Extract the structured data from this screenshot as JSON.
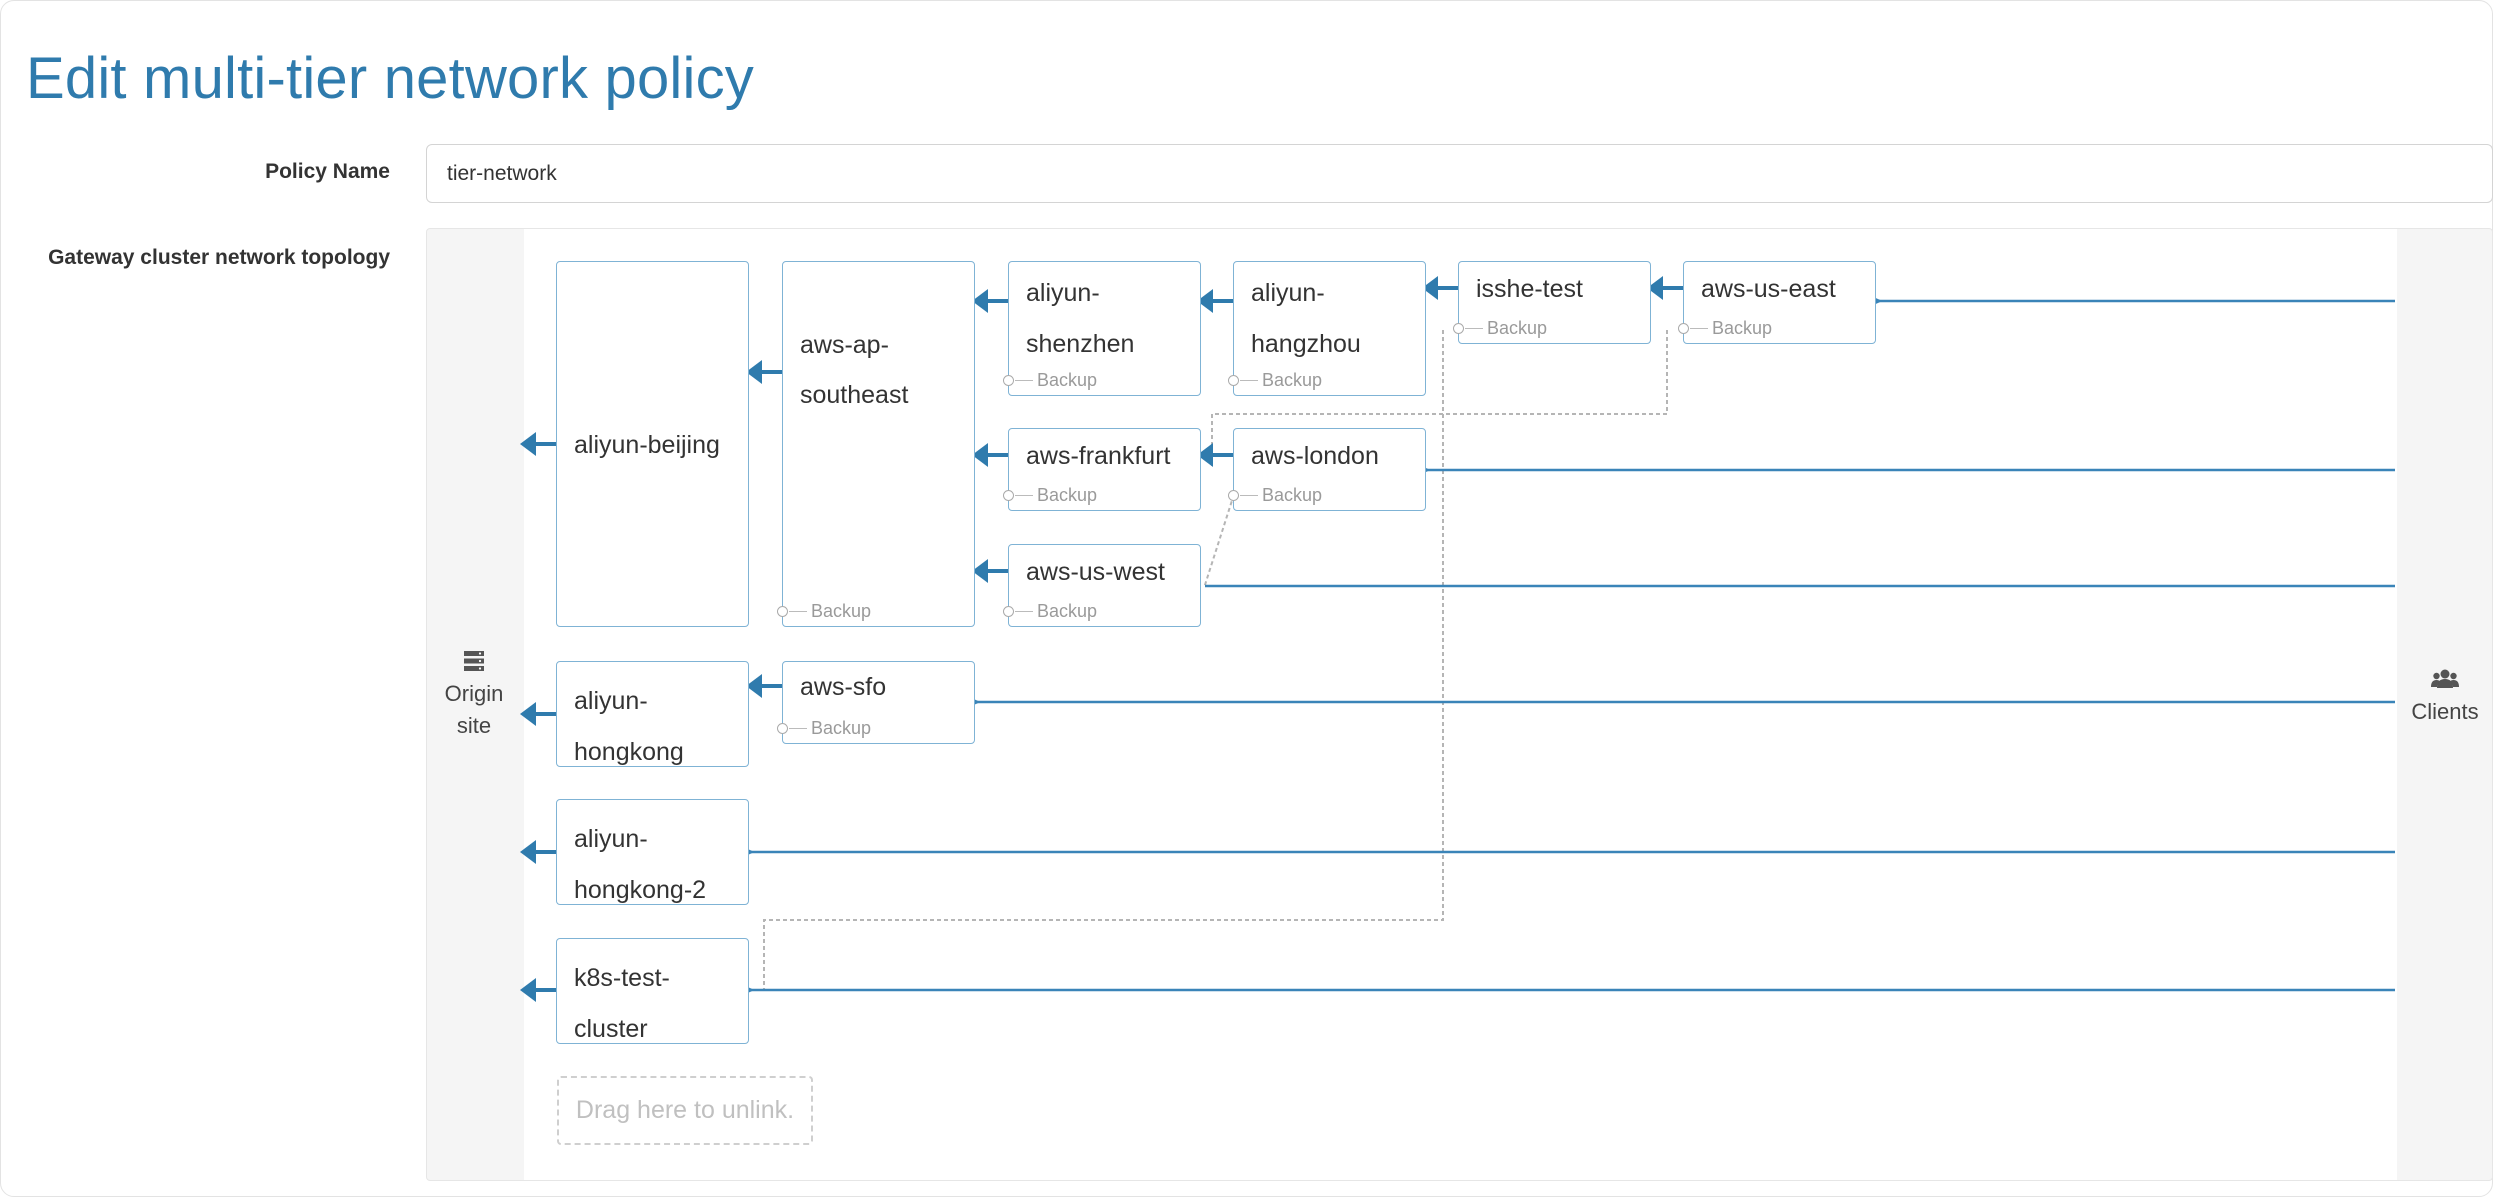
{
  "page": {
    "title": "Edit multi-tier network policy"
  },
  "form": {
    "policy_name_label": "Policy Name",
    "policy_name_value": "tier-network",
    "topology_label": "Gateway cluster network topology"
  },
  "topology": {
    "origin_label": "Origin site",
    "clients_label": "Clients",
    "dropzone_label": "Drag here to unlink.",
    "backup_label": "Backup",
    "nodes": [
      {
        "id": "aliyun-beijing",
        "label": "aliyun-beijing"
      },
      {
        "id": "aws-ap-southeast",
        "label": "aws-ap-southeast"
      },
      {
        "id": "aliyun-shenzhen",
        "label": "aliyun-shenzhen"
      },
      {
        "id": "aliyun-hangzhou",
        "label": "aliyun-hangzhou"
      },
      {
        "id": "isshe-test",
        "label": "isshe-test"
      },
      {
        "id": "aws-us-east",
        "label": "aws-us-east"
      },
      {
        "id": "aws-frankfurt",
        "label": "aws-frankfurt"
      },
      {
        "id": "aws-london",
        "label": "aws-london"
      },
      {
        "id": "aws-us-west",
        "label": "aws-us-west"
      },
      {
        "id": "aliyun-hongkong",
        "label": "aliyun-hongkong"
      },
      {
        "id": "aws-sfo",
        "label": "aws-sfo"
      },
      {
        "id": "aliyun-hongkong-2",
        "label": "aliyun-hongkong-2"
      },
      {
        "id": "k8s-test-cluster",
        "label": "k8s-test-cluster"
      }
    ]
  },
  "colors": {
    "accent": "#2f7bad",
    "link": "#3a84b8",
    "node_border": "#7fb3d5",
    "backup_link": "#b5b5b5"
  }
}
